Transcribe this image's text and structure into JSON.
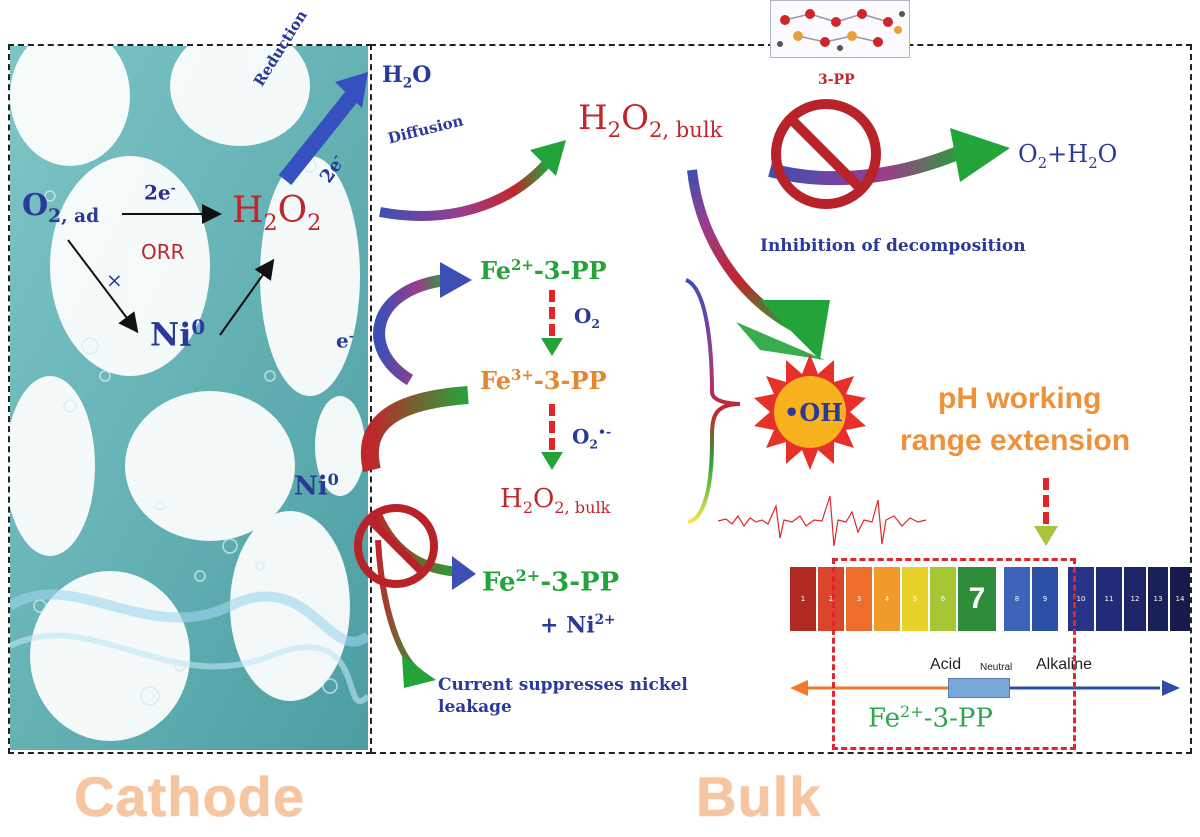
{
  "colors": {
    "blue": "#2a3a9a",
    "red": "#c0262b",
    "green": "#23a43a",
    "orange": "#e8862f",
    "teal": "#5fb0b3",
    "label_peach": "#f6c6a1"
  },
  "cathode": {
    "o2_ad": "O",
    "o2_ad_sub": "2, ad",
    "two_e": "2e",
    "two_e_sup": "-",
    "orr": "ORR",
    "h2o2": "H",
    "h2o2_sub1": "2",
    "h2o2_o": "O",
    "h2o2_sub2": "2",
    "cross": "×",
    "ni0": "Ni",
    "ni0_sup": "0",
    "reduction": "Reduction",
    "reduction_2e": "2e",
    "reduction_2e_sup": "-",
    "label": "Cathode"
  },
  "bulk": {
    "h2o_top": "H",
    "h2o_top_sub": "2",
    "h2o_top_o": "O",
    "diffusion": "Diffusion",
    "h2o2_bulk": "H",
    "h2o2_bulk_sub1": "2",
    "h2o2_bulk_o": "O",
    "h2o2_bulk_sub2": "2, bulk",
    "three_pp": "3-PP",
    "o2_h2o": "O",
    "o2_h2o_sub": "2",
    "o2_h2o_rest": "+H",
    "o2_h2o_sub2": "2",
    "o2_h2o_end": "O",
    "inhibition": "Inhibition of decomposition",
    "fe2_top": "Fe",
    "fe2_top_sup": "2+",
    "fe2_top_rest": "-3-PP",
    "o2_mid": "O",
    "o2_mid_sub": "2",
    "fe3": "Fe",
    "fe3_sup": "3+",
    "fe3_rest": "-3-PP",
    "o2_radical": "O",
    "o2_radical_sub": "2",
    "o2_radical_sup": "•-",
    "h2o2_bulk2": "H",
    "h2o2_bulk2_sub1": "2",
    "h2o2_bulk2_o": "O",
    "h2o2_bulk2_sub2": "2, bulk",
    "e_minus": "e",
    "e_minus_sup": "-",
    "ni0_bulk": "Ni",
    "ni0_bulk_sup": "0",
    "fe2_bottom": "Fe",
    "fe2_bottom_sup": "2+",
    "fe2_bottom_rest": "-3-PP",
    "ni2_plus": "+ Ni",
    "ni2_plus_sup": "2+",
    "oh_radical": "•OH",
    "current_line1": "Current suppresses nickel",
    "current_line2": "leakage",
    "ph_title1": "pH working",
    "ph_title2": "range extension",
    "ph_seven": "7",
    "ph_numbers": [
      "1",
      "2",
      "3",
      "4",
      "5",
      "6",
      "8",
      "9",
      "10",
      "11",
      "12",
      "13",
      "14"
    ],
    "acid": "Acid",
    "neutral": "Neutral",
    "alkaline": "Alkaline",
    "fe2_range": "Fe",
    "fe2_range_sup": "2+",
    "fe2_range_rest": "-3-PP",
    "label": "Bulk"
  }
}
